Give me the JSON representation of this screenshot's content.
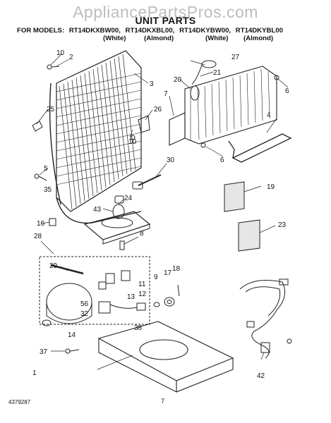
{
  "watermark": "AppliancePartsPros.com",
  "title": "UNIT PARTS",
  "models": {
    "prefix": "FOR MODELS:",
    "list": [
      {
        "model": "RT14DKXBW00,",
        "color": "(White)"
      },
      {
        "model": "RT14DKXBL00,",
        "color": "(Almond)"
      },
      {
        "model": "RT14DKYBW00,",
        "color": "(White)"
      },
      {
        "model": "RT14DKYBL00",
        "color": "(Almond)"
      }
    ]
  },
  "callouts": [
    "10",
    "2",
    "3",
    "25",
    "26",
    "10",
    "5",
    "35",
    "30",
    "24",
    "43",
    "16",
    "8",
    "28",
    "29",
    "9",
    "17",
    "18",
    "13",
    "12",
    "11",
    "56",
    "32",
    "38",
    "14",
    "37",
    "1",
    "27",
    "21",
    "20",
    "7",
    "6",
    "4",
    "6",
    "19",
    "23",
    "42"
  ],
  "footer": {
    "doc_number": "4379287",
    "page_number": "7"
  }
}
